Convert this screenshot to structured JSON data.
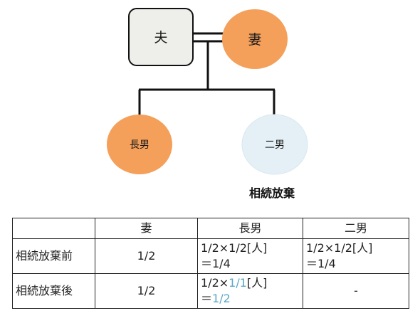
{
  "diagram": {
    "husband": "夫",
    "wife": "妻",
    "eldest_son": "長男",
    "second_son": "二男",
    "renunciation_note": "相続放棄"
  },
  "table": {
    "headers": [
      "",
      "妻",
      "長男",
      "二男"
    ],
    "rows": [
      {
        "label": "相続放棄前",
        "wife": "1/2",
        "eldest_son": {
          "line1": "1/2×1/2[人]",
          "line2": "＝1/4"
        },
        "second_son": {
          "line1": "1/2×1/2[人]",
          "line2": "＝1/4"
        }
      },
      {
        "label": "相続放棄後",
        "wife": "1/2",
        "eldest_son": {
          "line1_pre": "1/2×",
          "line1_hl": "1/1",
          "line1_post": "[人]",
          "line2_pre": "＝",
          "line2_hl": "1/2"
        },
        "second_son": "-"
      }
    ]
  },
  "colors": {
    "husband_fill": "#eeeeea",
    "wife_fill": "#f4a05a",
    "eldest_son_fill": "#f4a05a",
    "second_son_fill": "#e4f0f6",
    "highlight": "#5aa7c6"
  }
}
